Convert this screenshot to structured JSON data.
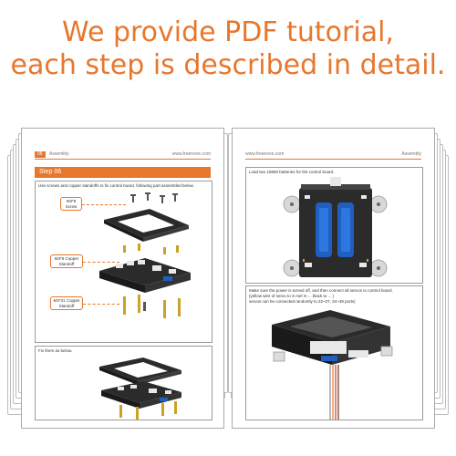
{
  "headline": {
    "line1": "We provide PDF tutorial,",
    "line2": "each step is described in detail."
  },
  "left_page": {
    "page_number": "06",
    "header_title": "Assembly",
    "header_site": "www.freenove.com",
    "step_title": "Step 06",
    "instruction": "Use screws and copper standoffs to fix control board, following part assembled below.",
    "callout_screw": [
      "M3*8",
      "Screw"
    ],
    "callout_standoff_top": [
      "M3*6 Copper",
      "Standoff"
    ],
    "callout_standoff_bottom": [
      "M3*31 Copper",
      "Standoff"
    ],
    "fix_text": "Fix them as below."
  },
  "right_page": {
    "header_site": "www.freenove.com",
    "header_title": "Assembly",
    "battery_text": "Load two 18650 batteries for the control board.",
    "power_text_1": "Make sure the power is turned off, and then connect all servos to control board.",
    "power_text_2": "(yellow wire of servo to S mel m ... black to ... )",
    "power_text_3": "servos can be connected randomly to 22~27, 34~39 ports)"
  },
  "colors": {
    "accent": "#e8772e",
    "board": "#2b2b2b",
    "battery": "#1f5fbf",
    "standoff": "#c9a227"
  }
}
